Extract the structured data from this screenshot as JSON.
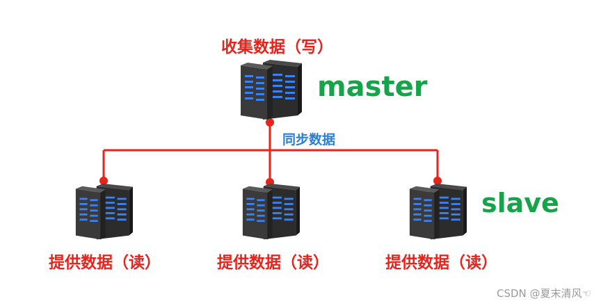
{
  "master": {
    "caption": "收集数据（写）",
    "role": "master"
  },
  "sync_label": "同步数据",
  "slave_role": "slave",
  "slaves": [
    {
      "caption": "提供数据（读）"
    },
    {
      "caption": "提供数据（读）"
    },
    {
      "caption": "提供数据（读）"
    }
  ],
  "watermark": "CSDN @夏末清风☜",
  "colors": {
    "line": "#e8231b",
    "role_text": "#16a34a",
    "sync_text": "#2a7fd4",
    "caption_text": "#e8231b"
  },
  "icons": {
    "server": "server-rack-icon"
  }
}
